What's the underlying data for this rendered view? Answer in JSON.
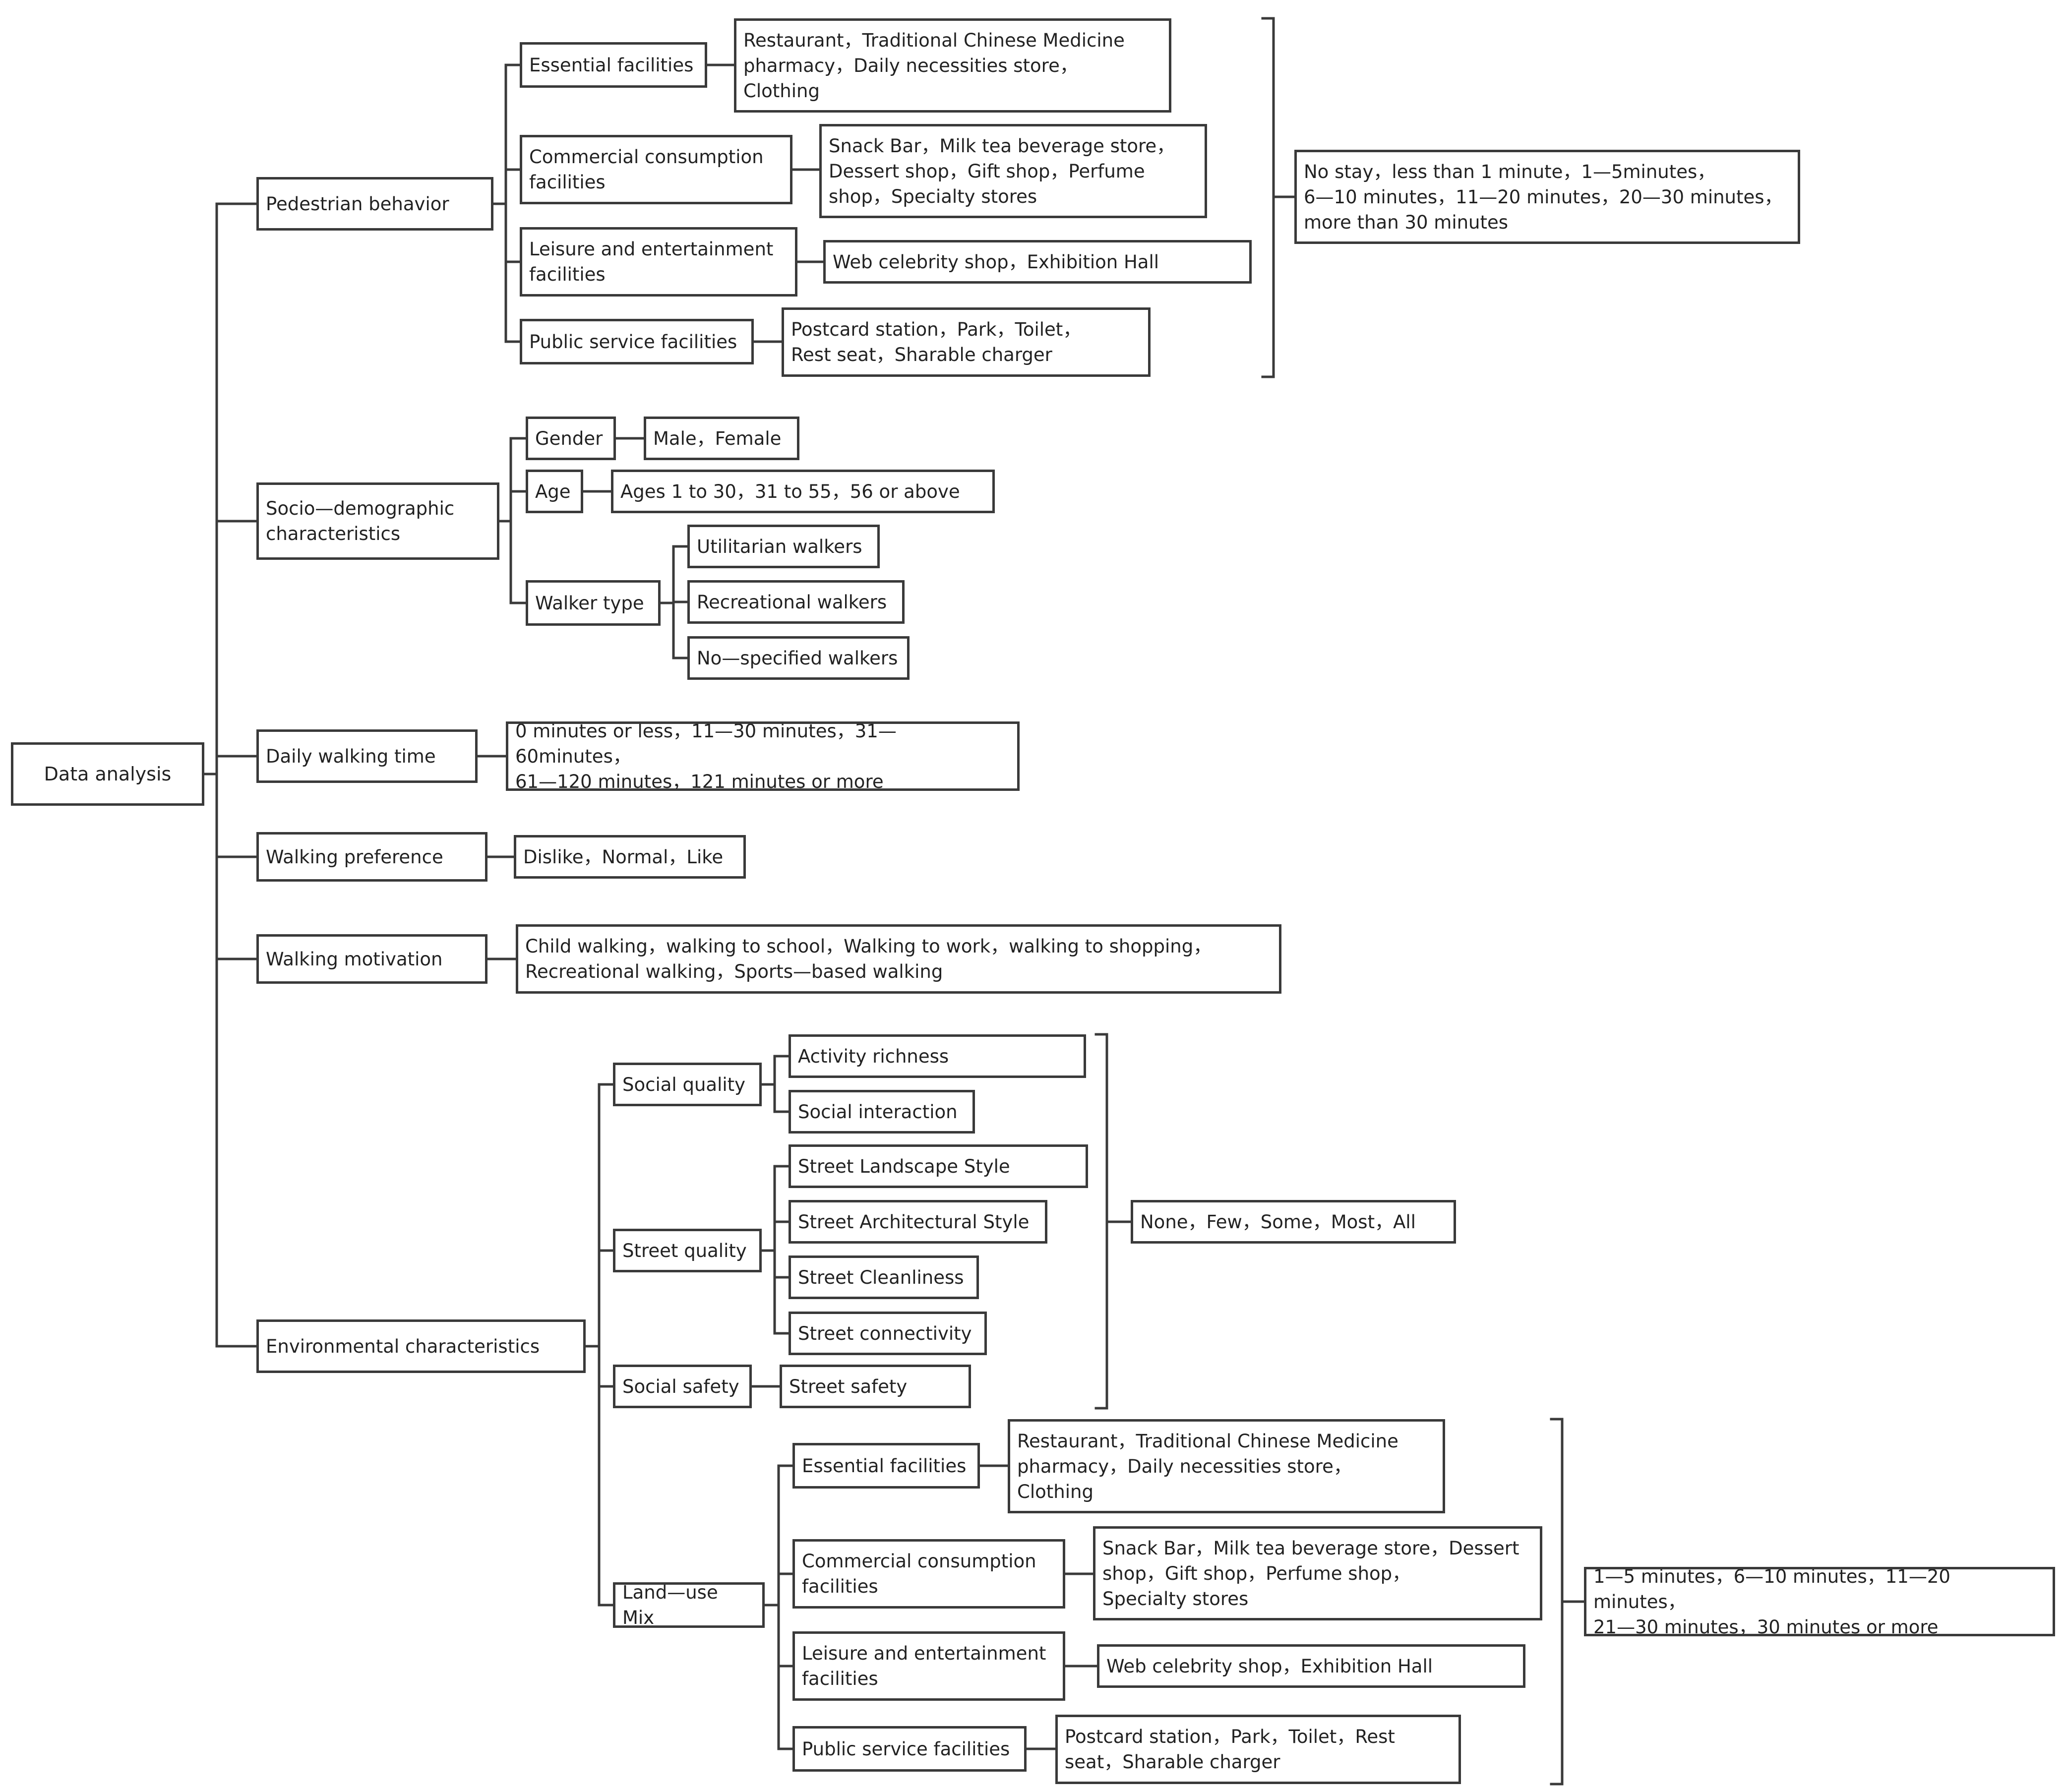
{
  "root": "Data analysis",
  "pedestrian": {
    "label": "Pedestrian behavior",
    "essential": "Essential facilities",
    "essential_values": "Restaurant，Traditional Chinese Medicine\npharmacy，Daily necessities store，\nClothing",
    "commercial": "Commercial consumption\nfacilities",
    "commercial_values": "Snack Bar，Milk tea beverage store，\nDessert shop，Gift shop，Perfume\nshop，Specialty stores",
    "leisure": "Leisure and entertainment\nfacilities",
    "leisure_values": "Web celebrity shop，Exhibition Hall",
    "public": "Public service facilities",
    "public_values": "Postcard station，Park，Toilet，\nRest seat，Sharable charger",
    "stay_values": "No stay，less than 1 minute，1—5minutes，\n6—10 minutes，11—20 minutes，20—30 minutes，\nmore than 30 minutes"
  },
  "socio": {
    "label": "Socio—demographic\ncharacteristics",
    "gender": "Gender",
    "gender_values": "Male，Female",
    "age": "Age",
    "age_values": "Ages 1 to 30，31 to 55，56 or above",
    "walker_type": "Walker type",
    "utilitarian": "Utilitarian walkers",
    "recreational": "Recreational walkers",
    "nonspecified": "No—specified walkers"
  },
  "daily_time": {
    "label": "Daily walking time",
    "values": "0 minutes or less，11—30 minutes，31—60minutes，\n61—120 minutes，121 minutes or more"
  },
  "preference": {
    "label": "Walking preference",
    "values": "Dislike，Normal，Like"
  },
  "motivation": {
    "label": "Walking motivation",
    "values": "Child walking，walking to school，Walking to work，walking to shopping，\nRecreational walking，Sports—based walking"
  },
  "environment": {
    "label": "Environmental characteristics",
    "social_quality": "Social quality",
    "activity": "Activity richness",
    "interaction": "Social interaction",
    "street_quality": "Street quality",
    "landscape": "Street Landscape Style",
    "architecture": "Street Architectural Style",
    "cleanliness": "Street Cleanliness",
    "connectivity": "Street connectivity",
    "social_safety": "Social safety",
    "street_safety": "Street safety",
    "scale_values": "None，Few，Some，Most，All",
    "landuse": "Land—use Mix",
    "essential": "Essential facilities",
    "essential_values": "Restaurant，Traditional Chinese Medicine\npharmacy，Daily necessities store，\nClothing",
    "commercial": "Commercial consumption\nfacilities",
    "commercial_values": "Snack Bar，Milk tea beverage store，Dessert\nshop，Gift shop，Perfume shop，\nSpecialty stores",
    "leisure": "Leisure and entertainment\nfacilities",
    "leisure_values": "Web celebrity shop，Exhibition Hall",
    "public": "Public service facilities",
    "public_values": "Postcard station，Park，Toilet，Rest\nseat，Sharable charger",
    "duration_values": "1—5 minutes，6—10 minutes，11—20 minutes，\n21—30 minutes，30 minutes or more"
  }
}
